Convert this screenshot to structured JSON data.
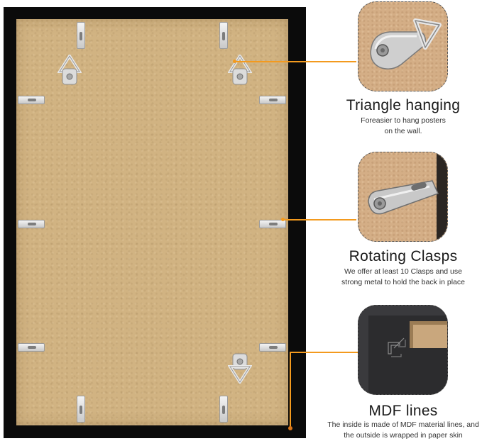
{
  "features": [
    {
      "title": "Triangle hanging",
      "lines": [
        "Foreasier to hang posters",
        "on the wall."
      ],
      "image_icon": "triangle-hanger-closeup"
    },
    {
      "title": "Rotating Clasps",
      "lines": [
        "We offer at least 10 Clasps and use",
        "strong metal to hold the back in place"
      ],
      "image_icon": "rotating-clasp-closeup"
    },
    {
      "title": "MDF lines",
      "lines": [
        "The inside is made of MDF material lines, and",
        "the outside is wrapped in paper skin"
      ],
      "image_icon": "mdf-corner-closeup"
    }
  ],
  "colors": {
    "frame": "#0b0b0b",
    "backboard": "#d1b382",
    "callout": "#f39a1e"
  }
}
